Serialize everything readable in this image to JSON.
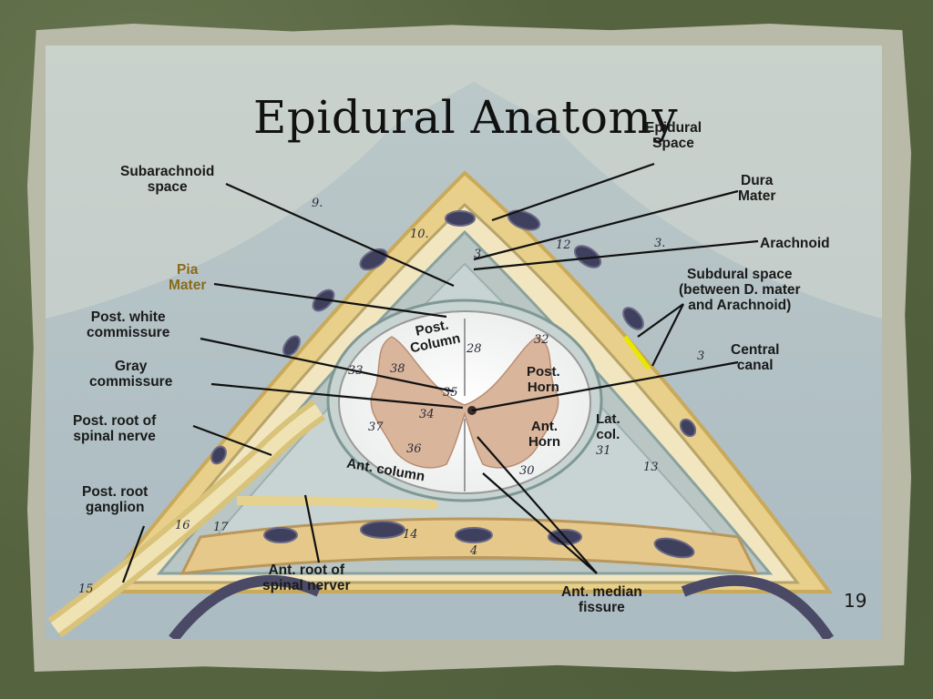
{
  "slide": {
    "title": "Epidural Anatomy",
    "page_number": "19"
  },
  "labels": {
    "epidural_space": "Epidural\nSpace",
    "subarachnoid_space": "Subarachnoid\nspace",
    "dura_mater": "Dura\nMater",
    "arachnoid": "Arachnoid",
    "pia_mater": "Pia\nMater",
    "subdural_space": "Subdural space\n(between D. mater\nand Arachnoid)",
    "post_white_commissure": "Post. white\ncommissure",
    "central_canal": "Central\ncanal",
    "gray_commissure": "Gray\ncommissure",
    "post_root_spinal_nerve": "Post. root of\nspinal nerve",
    "post_root_ganglion": "Post. root\nganglion",
    "ant_root_spinal_nerve": "Ant. root of\nspinal nerver",
    "ant_median_fissure": "Ant. median\nfissure"
  },
  "inner_labels": {
    "post_column": "Post.\nColumn",
    "post_horn": "Post.\nHorn",
    "ant_horn": "Ant.\nHorn",
    "lat_col": "Lat.\ncol.",
    "ant_column": "Ant. column"
  },
  "model_numbers": {
    "n9": "9.",
    "n10": "10.",
    "n12": "12",
    "n3a": "3.",
    "n3b": "3",
    "n3c": "3",
    "n28": "28",
    "n32": "32",
    "n38": "38",
    "n33": "33",
    "n35": "35",
    "n34": "34",
    "n37": "37",
    "n36": "36",
    "n30": "30",
    "n31": "31",
    "n13": "13",
    "n16": "16",
    "n17": "17",
    "n14": "14",
    "n15": "15",
    "n4": "4"
  }
}
